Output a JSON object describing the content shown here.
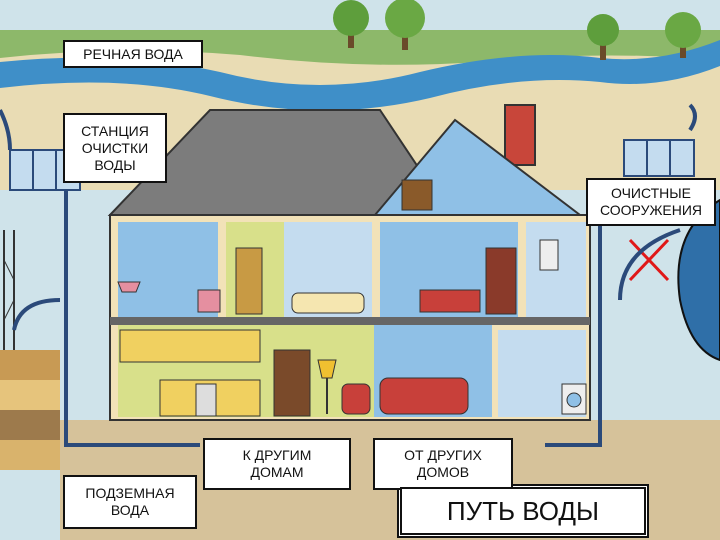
{
  "labels": {
    "river_water": "РЕЧНАЯ ВОДА",
    "treatment_station": "СТАНЦИЯ\nОЧИСТКИ\nВОДЫ",
    "sewage_treatment": "ОЧИСТНЫЕ\nСООРУЖЕНИЯ",
    "groundwater": "ПОДЗЕМНАЯ\nВОДА",
    "to_other_houses": "К ДРУГИМ\nДОМАМ",
    "from_other_houses": "ОТ ДРУГИХ\nДОМОВ",
    "title": "ПУТЬ ВОДЫ"
  },
  "colors": {
    "sky": "#cfe3ea",
    "river": "#3f8fc8",
    "sand": "#e9dcb4",
    "grass": "#8db86a",
    "wall": "#f2e2b8",
    "roof": "#7c7c7c",
    "room_blue": "#8fc0e6",
    "room_green": "#d8e08a",
    "room_light": "#c4dcef",
    "pipe": "#2b4a7a",
    "chimney": "#c8463a",
    "cross": "#e01818",
    "sofa": "#c8403a",
    "soil_layers": [
      "#c89a54",
      "#e6c47c",
      "#9d7a4c",
      "#d9b36c"
    ]
  },
  "icons": [
    "tree-icon",
    "bathtub-icon",
    "toilet-icon",
    "sink-icon",
    "sofa-icon",
    "lamp-icon",
    "stove-icon",
    "washing-machine-icon",
    "water-heater-icon",
    "cross-icon",
    "tower-icon"
  ]
}
